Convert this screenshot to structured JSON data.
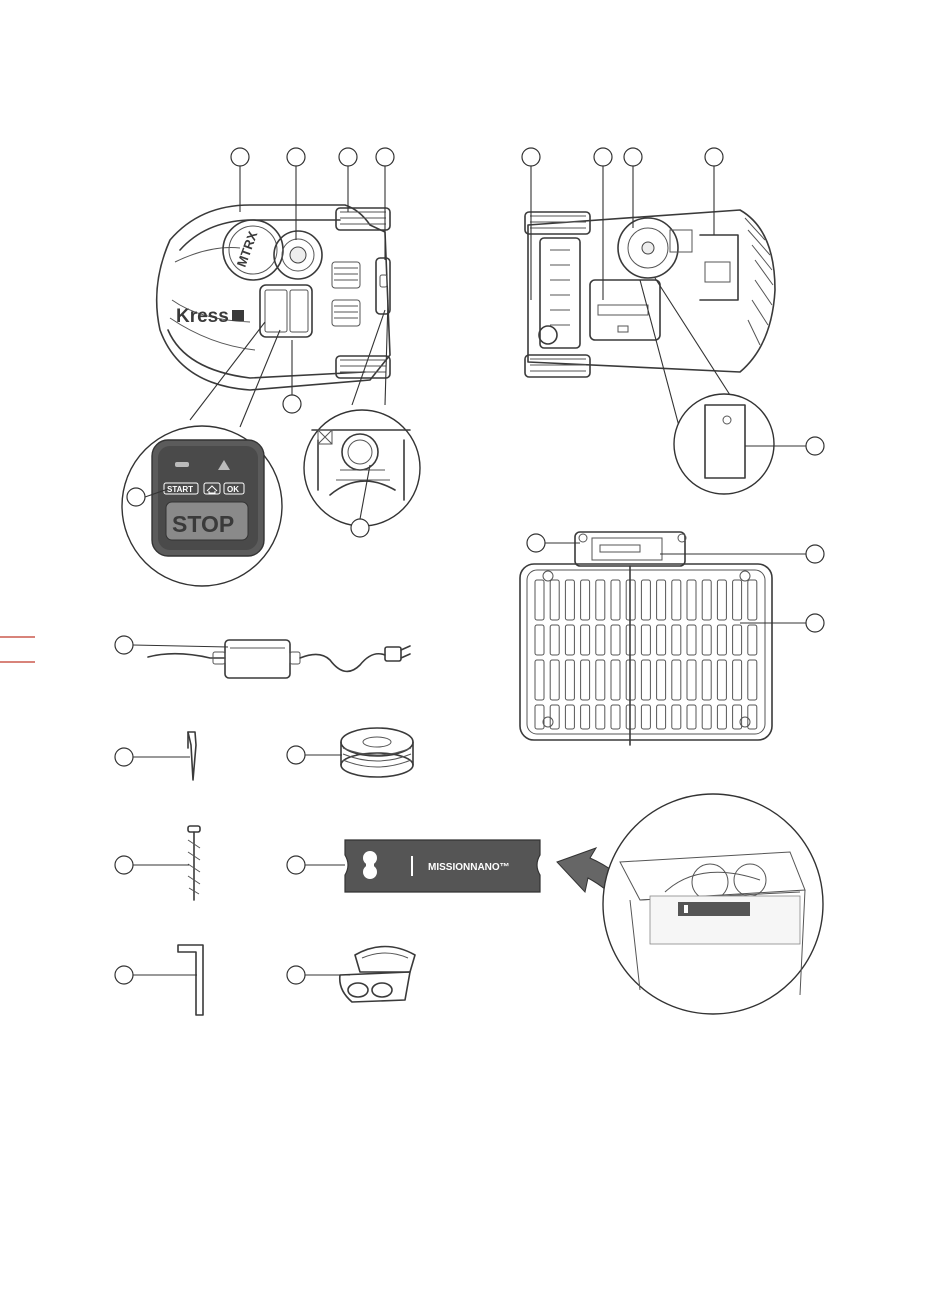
{
  "brand": {
    "logo": "Kress",
    "badge": "MTRX"
  },
  "control_panel": {
    "start": "START",
    "ok": "OK",
    "stop": "STOP"
  },
  "blade_disc": {
    "label": "MISSIONNANO™"
  },
  "colors": {
    "ink": "#3a3a3a",
    "margin_mark": "#c0392b",
    "plate": "#555555"
  },
  "icons": [
    "home-icon",
    "warning-icon",
    "battery-icon",
    "arrow-icon"
  ]
}
